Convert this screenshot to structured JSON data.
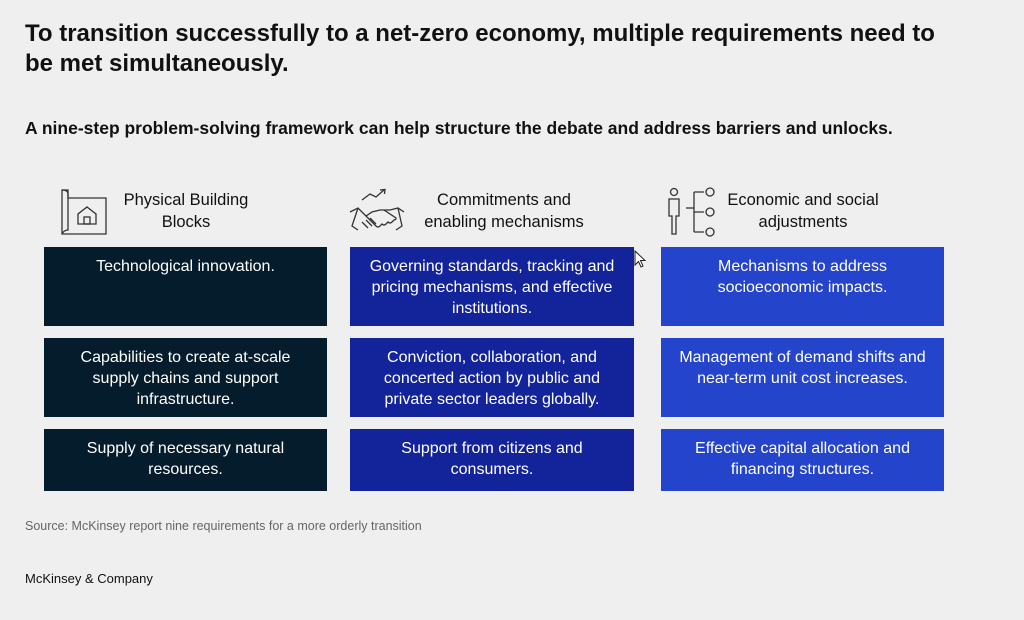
{
  "title": "To transition successfully to a net-zero economy, multiple requirements need to be met simultaneously.",
  "subtitle": "A nine-step problem-solving framework can help structure the debate and address barriers and unlocks.",
  "columns": [
    {
      "header": "Physical Building Blocks",
      "icon": "house-blueprint-icon",
      "color": "#051c2c",
      "items": [
        "Technological innovation.",
        "Capabilities to create at-scale supply chains and support infrastructure.",
        "Supply of necessary natural resources."
      ]
    },
    {
      "header": "Commitments and enabling mechanisms",
      "icon": "handshake-icon",
      "color": "#13239a",
      "items": [
        "Governing standards, tracking and pricing mechanisms, and effective institutions.",
        "Conviction, collaboration, and concerted action by public and private sector leaders globally.",
        "Support from citizens and consumers."
      ]
    },
    {
      "header": "Economic and social adjustments",
      "icon": "person-network-icon",
      "color": "#2444cc",
      "items": [
        "Mechanisms to address socioeconomic impacts.",
        "Management of demand shifts and near-term unit cost increases.",
        "Effective capital allocation and financing structures."
      ]
    }
  ],
  "source": "Source: McKinsey report nine requirements for a more orderly transition",
  "brand": "McKinsey & Company"
}
